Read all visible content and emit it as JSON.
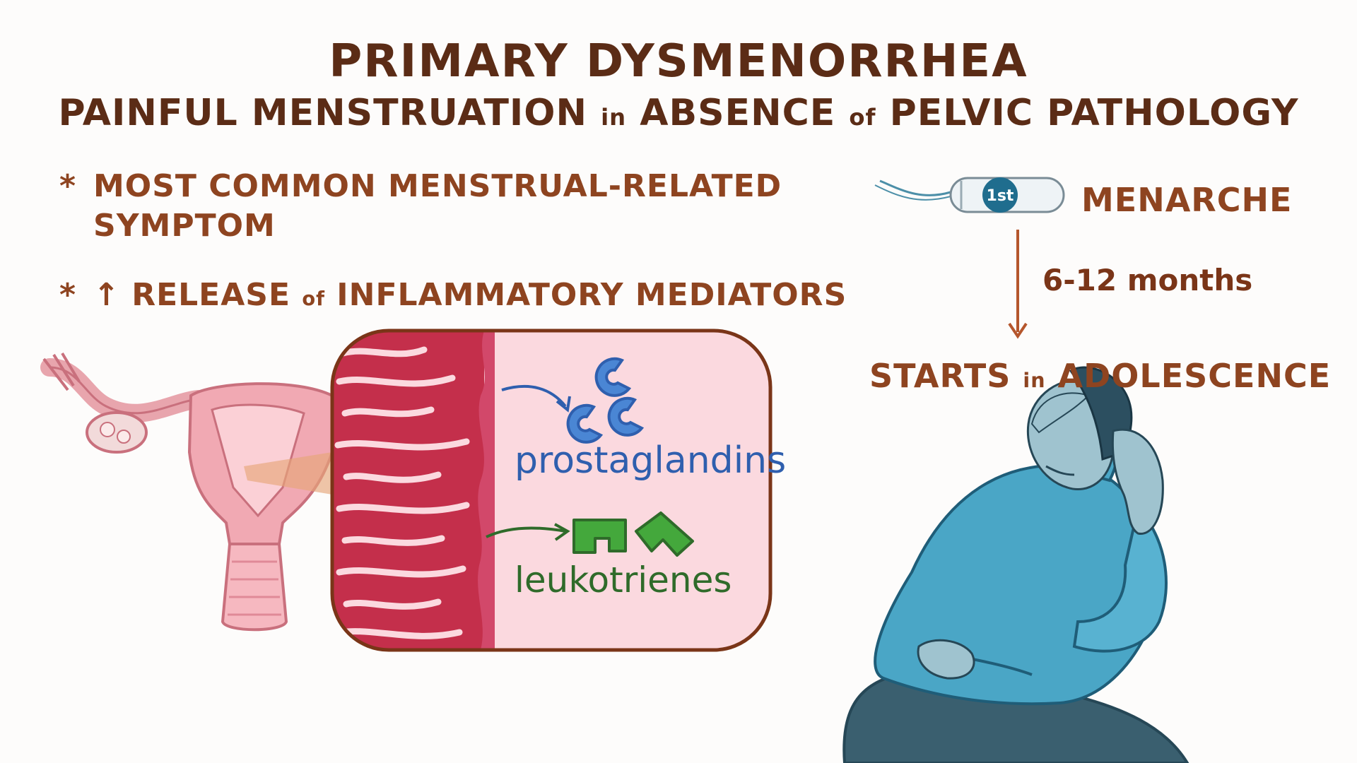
{
  "header": {
    "title": "PRIMARY DYSMENORRHEA",
    "subtitle_part1": "PAINFUL MENSTRUATION ",
    "subtitle_in": "in",
    "subtitle_part2": " ABSENCE ",
    "subtitle_of": "of",
    "subtitle_part3": " PELVIC PATHOLOGY"
  },
  "bullets": {
    "marker": "*",
    "item1_line1": "MOST COMMON MENSTRUAL-RELATED",
    "item1_line2": "SYMPTOM",
    "item2_arrow": "↑",
    "item2_part1": " RELEASE ",
    "item2_of": "of",
    "item2_part2": " INFLAMMATORY MEDIATORS"
  },
  "mediators": {
    "prostaglandins": "prostaglandins",
    "leukotrienes": "leukotrienes"
  },
  "timeline": {
    "tampon_label": "1st",
    "menarche": "MENARCHE",
    "interval": "6-12 months",
    "start_part1": "STARTS ",
    "start_in": "in",
    "start_part2": " ADOLESCENCE"
  },
  "colors": {
    "title": "#5b2c16",
    "accent": "#8e4420",
    "prostaglandin_blue": "#4a86d4",
    "leukotriene_green": "#44a83c",
    "tissue_red": "#c42f4b",
    "panel_pink": "#fbd9df",
    "figure_blue": "#4aa6c6"
  }
}
